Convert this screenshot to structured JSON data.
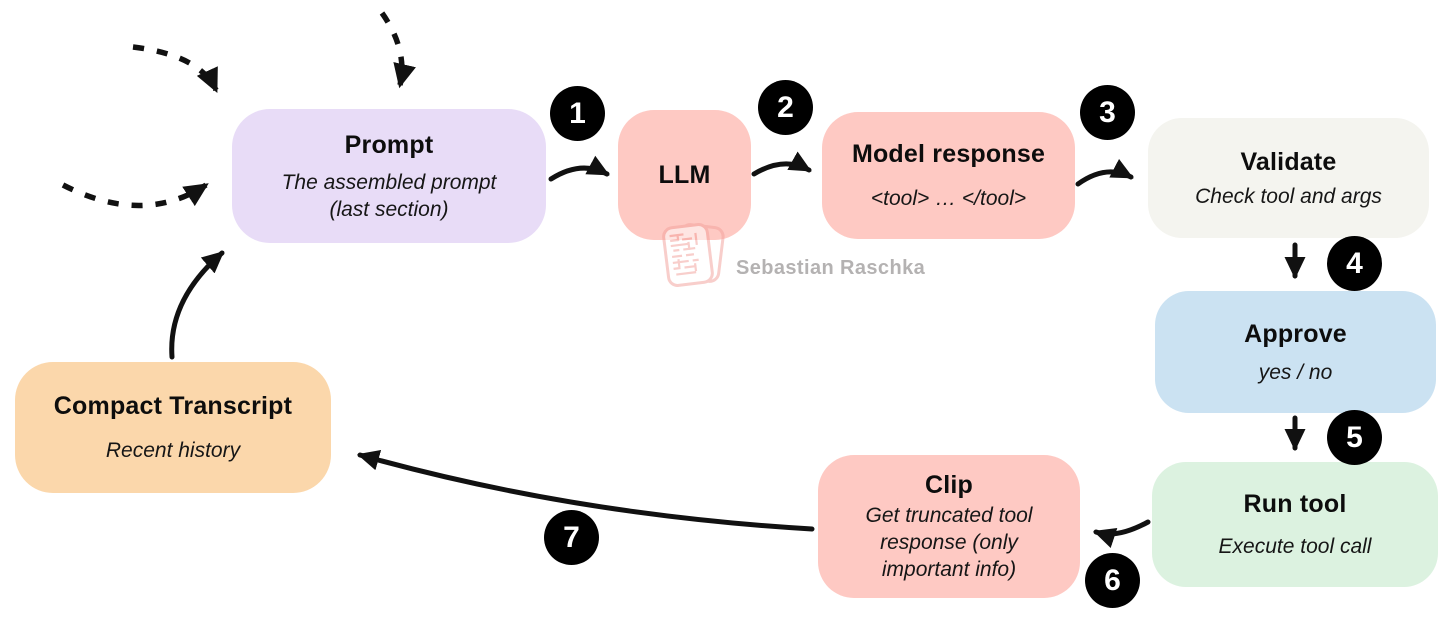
{
  "diagram": {
    "title_hint": "agentic tool-use loop",
    "arrow_color": "#111111",
    "step_badge": {
      "bg": "#000000",
      "text_color": "#ffffff"
    },
    "nodes": {
      "prompt": {
        "title": "Prompt",
        "subtitle": "The assembled prompt (last section)",
        "fill": "#e8dcf7"
      },
      "llm": {
        "title": "LLM",
        "subtitle": "",
        "fill": "#fec9c3"
      },
      "model_response": {
        "title": "Model response",
        "subtitle": "<tool> … </tool>",
        "fill": "#fec9c3"
      },
      "validate": {
        "title": "Validate",
        "subtitle": "Check tool and args",
        "fill": "#f4f4ef"
      },
      "approve": {
        "title": "Approve",
        "subtitle": "yes / no",
        "fill": "#cbe2f2"
      },
      "run_tool": {
        "title": "Run tool",
        "subtitle": "Execute tool call",
        "fill": "#dcf2e0"
      },
      "clip": {
        "title": "Clip",
        "subtitle": "Get truncated tool response (only important info)",
        "fill": "#fec9c3"
      },
      "compact_transcript": {
        "title": "Compact Transcript",
        "subtitle": "Recent history",
        "fill": "#fbd7ab"
      }
    },
    "steps": {
      "s1": "1",
      "s2": "2",
      "s3": "3",
      "s4": "4",
      "s5": "5",
      "s6": "6",
      "s7": "7"
    },
    "watermark": {
      "author": "Sebastian Raschka",
      "logo_icon": "circuit-chip",
      "text_color": "#b1aeae",
      "logo_color": "#f2a09b"
    }
  }
}
